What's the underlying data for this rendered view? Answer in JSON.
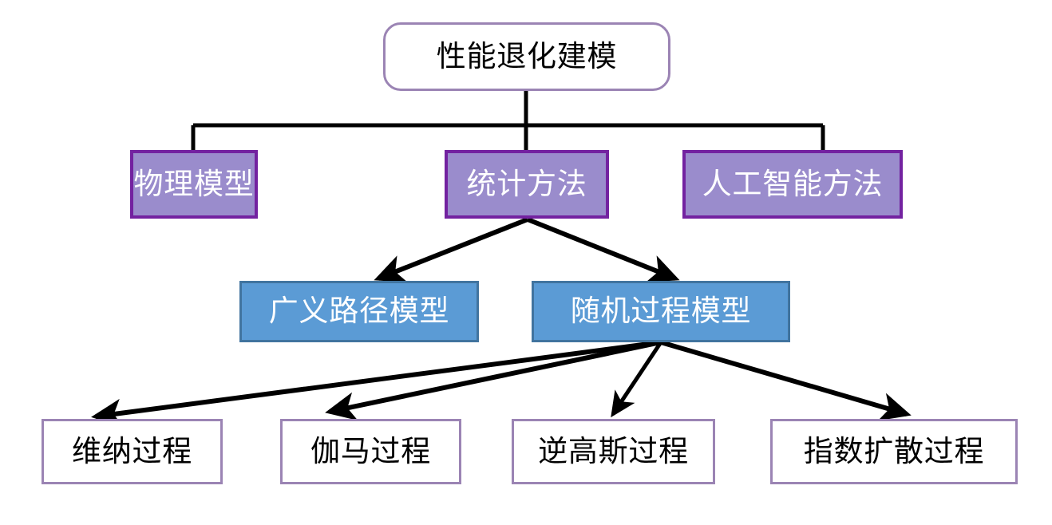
{
  "diagram": {
    "title": "性能退化建模",
    "background_color": "#ffffff",
    "palette": {
      "root_border": "#9b84b4",
      "root_fill": "#ffffff",
      "level2_fill": "#9a8ccc",
      "level2_border": "#7322a0",
      "level3_fill": "#5b9bd5",
      "level3_border": "#41749f",
      "level4_fill": "#ffffff",
      "level4_border": "#9b84b4",
      "connector": "#000000"
    },
    "nodes": {
      "root": {
        "label": "性能退化建模"
      },
      "level2": [
        {
          "label": "物理模型"
        },
        {
          "label": "统计方法"
        },
        {
          "label": "人工智能方法"
        }
      ],
      "level3": [
        {
          "label": "广义路径模型"
        },
        {
          "label": "随机过程模型"
        }
      ],
      "level4": [
        {
          "label": "维纳过程"
        },
        {
          "label": "伽马过程"
        },
        {
          "label": "逆高斯过程"
        },
        {
          "label": "指数扩散过程"
        }
      ]
    }
  }
}
